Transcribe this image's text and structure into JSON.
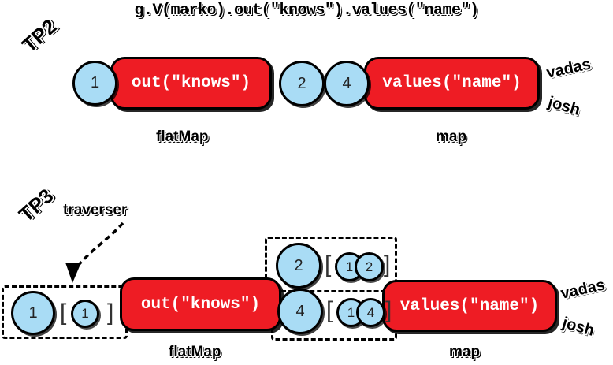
{
  "title": "g.V(marko).out(\"knows\").values(\"name\")",
  "colors": {
    "step_fill": "#ee1c24",
    "traverser_fill": "#a9dcf5",
    "outline": "#000000",
    "step_text": "#ffffff"
  },
  "tp2": {
    "tag": "TP2",
    "input": {
      "label": "1"
    },
    "steps": [
      {
        "label": "out(\"knows\")",
        "caption": "flatMap"
      },
      {
        "label": "values(\"name\")",
        "caption": "map"
      }
    ],
    "intermediate": [
      {
        "label": "2"
      },
      {
        "label": "4"
      }
    ],
    "outputs": [
      "vadas",
      "josh"
    ]
  },
  "tp3": {
    "tag": "TP3",
    "annotation": "traverser",
    "steps": [
      {
        "label": "out(\"knows\")",
        "caption": "flatMap"
      },
      {
        "label": "values(\"name\")",
        "caption": "map"
      }
    ],
    "traversers": [
      {
        "name": "input-traverser",
        "object": "1",
        "bracket_open": "[",
        "path": [
          "1"
        ],
        "bracket_close": "]"
      },
      {
        "name": "mid-traverser-upper",
        "object": "2",
        "bracket_open": "[",
        "path": [
          "1",
          "2"
        ],
        "bracket_close": "]"
      },
      {
        "name": "mid-traverser-lower",
        "object": "4",
        "bracket_open": "[",
        "path": [
          "1",
          "4"
        ],
        "bracket_close": "]"
      }
    ],
    "outputs": [
      "vadas",
      "josh"
    ]
  }
}
